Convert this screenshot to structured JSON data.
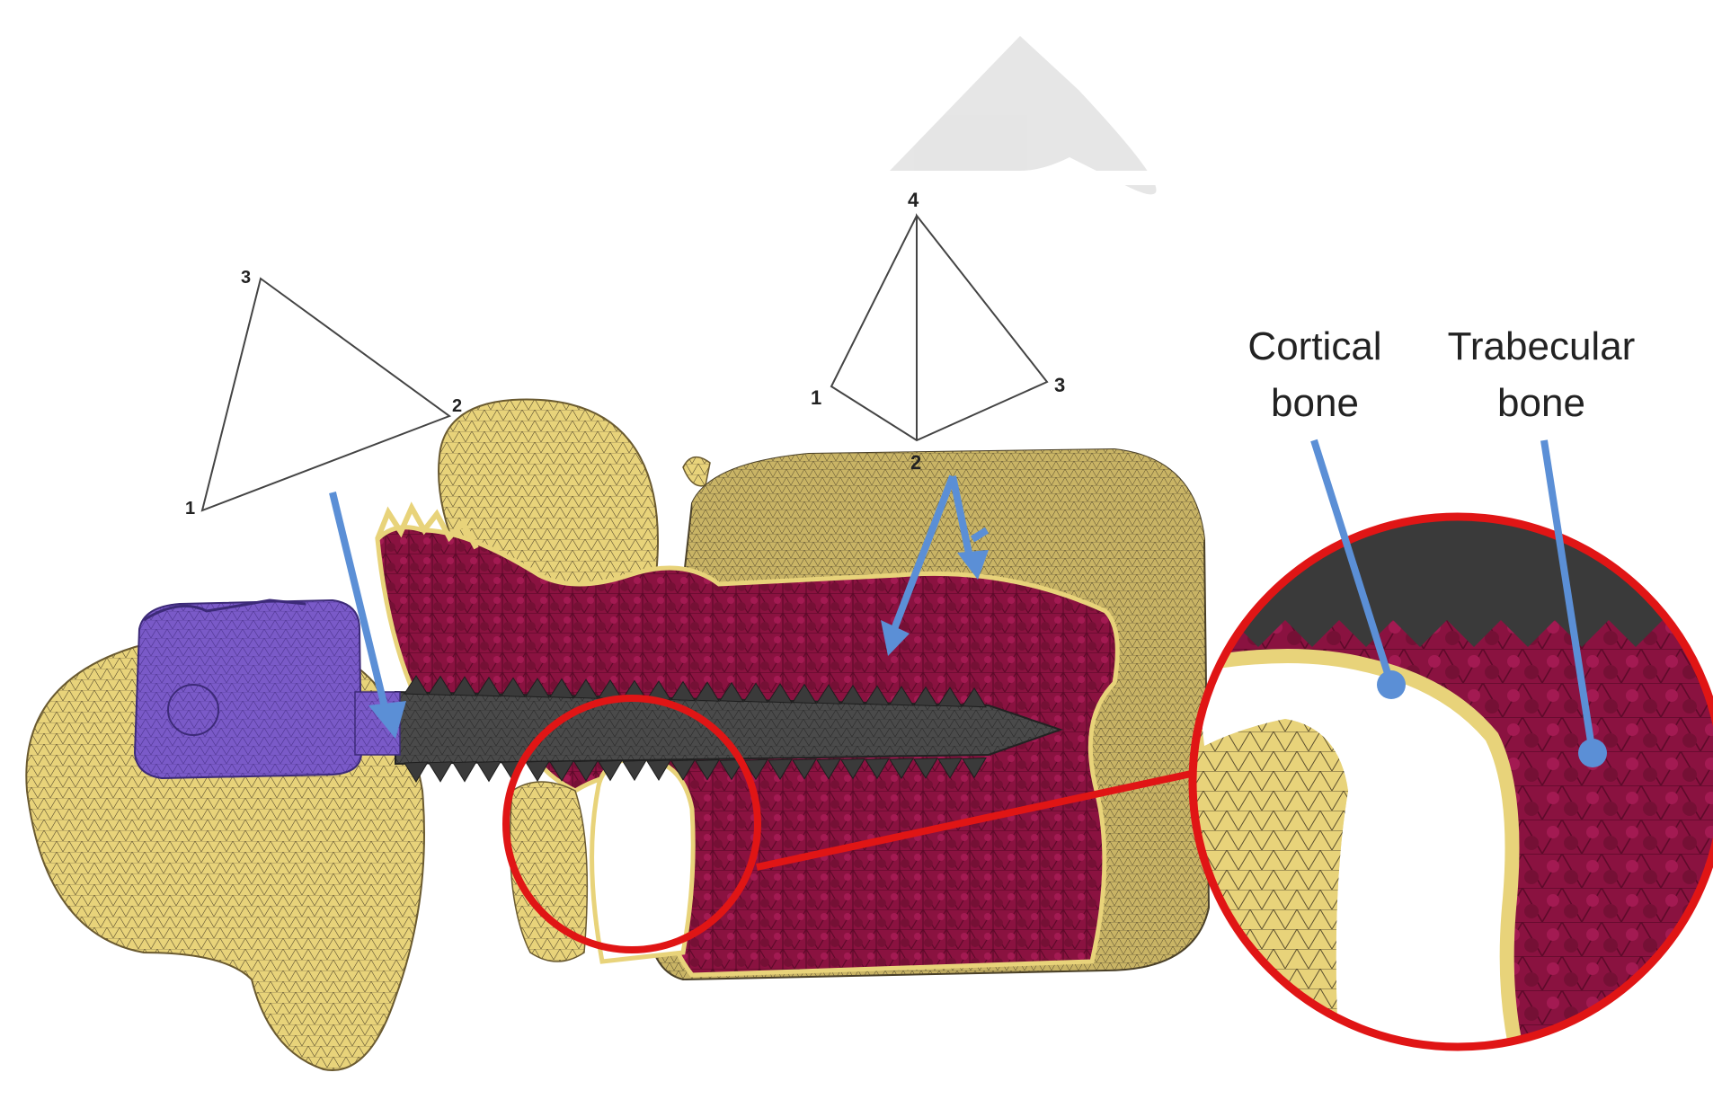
{
  "figure": {
    "labels": {
      "cortical_line1": "Cortical",
      "cortical_line2": "bone",
      "trabecular_line1": "Trabecular",
      "trabecular_line2": "bone"
    },
    "triangle_element": {
      "nodes": [
        "1",
        "2",
        "3"
      ]
    },
    "tetrahedron_element": {
      "nodes": [
        "1",
        "2",
        "3",
        "4"
      ]
    }
  },
  "colors": {
    "cortical_bone": "#e8d37a",
    "trabecular_bone": "#8a1240",
    "screw": "#4a4a4a",
    "screw_head": "#7a5ac8",
    "arrow": "#5b8fd6",
    "highlight_circle": "#e01515"
  }
}
